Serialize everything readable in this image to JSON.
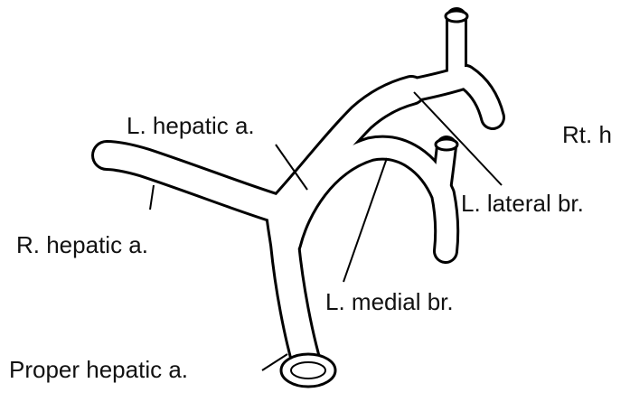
{
  "labels": {
    "left_hepatic": "L. hepatic a.",
    "right_hepatic": "R. hepatic a.",
    "left_lateral": "L. lateral br.",
    "left_medial": "L. medial br.",
    "proper_hepatic": "Proper hepatic a.",
    "right_truncated": "Rt. h"
  }
}
